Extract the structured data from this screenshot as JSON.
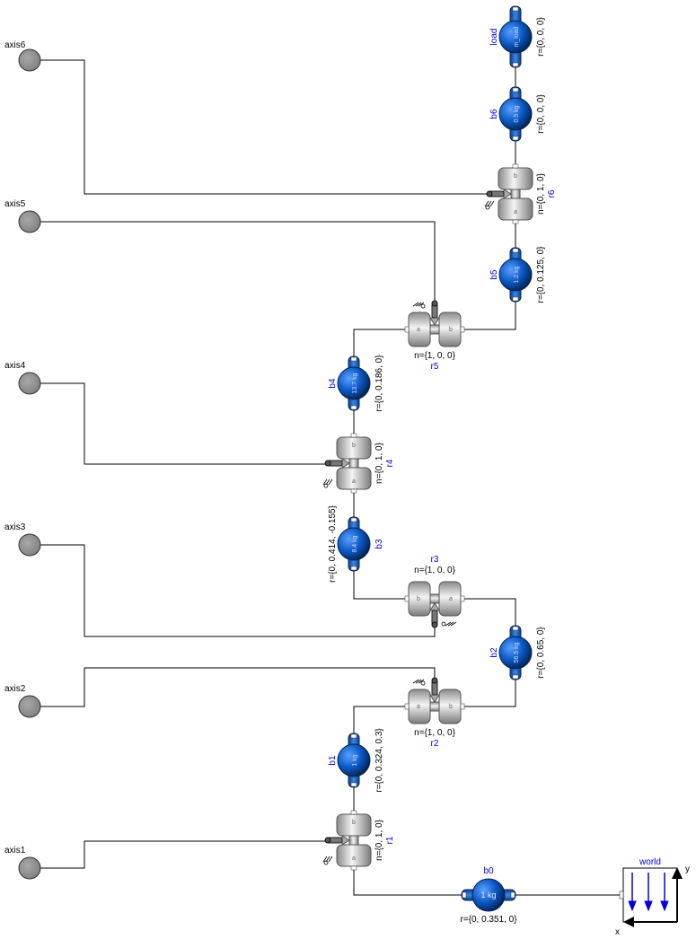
{
  "axes": [
    {
      "label": "axis6"
    },
    {
      "label": "axis5"
    },
    {
      "label": "axis4"
    },
    {
      "label": "axis3"
    },
    {
      "label": "axis2"
    },
    {
      "label": "axis1"
    }
  ],
  "revolutes": [
    {
      "id": "r6",
      "name": "r6",
      "param": "n={0, 1, 0}"
    },
    {
      "id": "r5",
      "name": "r5",
      "param": "n={1, 0, 0}"
    },
    {
      "id": "r4",
      "name": "r4",
      "param": "n={0, 1, 0}"
    },
    {
      "id": "r3",
      "name": "r3",
      "param": "n={1, 0, 0}"
    },
    {
      "id": "r2",
      "name": "r2",
      "param": "n={1, 0, 0}"
    },
    {
      "id": "r1",
      "name": "r1",
      "param": "n={0, 1, 0}"
    }
  ],
  "bodies": [
    {
      "id": "load",
      "name": "load",
      "mass": "m_load",
      "param": "r={0, 0, 0}"
    },
    {
      "id": "b6",
      "name": "b6",
      "mass": "0.5 kg",
      "param": "r={0, 0, 0}"
    },
    {
      "id": "b5",
      "name": "b5",
      "mass": "1.2 kg",
      "param": "r={0, 0.125, 0}"
    },
    {
      "id": "b4",
      "name": "b4",
      "mass": "13.7 kg",
      "param": "r={0, 0.186, 0}"
    },
    {
      "id": "b3",
      "name": "b3",
      "mass": "8.4 kg",
      "param": "r={0, 0.414, -0.155}"
    },
    {
      "id": "b2",
      "name": "b2",
      "mass": "56.5 kg",
      "param": "r={0, 0.65, 0}"
    },
    {
      "id": "b1",
      "name": "b1",
      "mass": "1 kg",
      "param": "r={0, 0.324, 0.3}"
    },
    {
      "id": "b0",
      "name": "b0",
      "mass": "1 kg",
      "param": "r={0, 0.351, 0}"
    }
  ],
  "world": {
    "name": "world",
    "x_label": "x",
    "y_label": "y"
  },
  "port_letters": {
    "a": "a",
    "b": "b"
  },
  "colors": {
    "wire": "#000000",
    "name_text": "#0000dd",
    "body_blue": "#1060c0",
    "joint_gray": "#bbbbbb",
    "axis_gray": "#888888"
  }
}
